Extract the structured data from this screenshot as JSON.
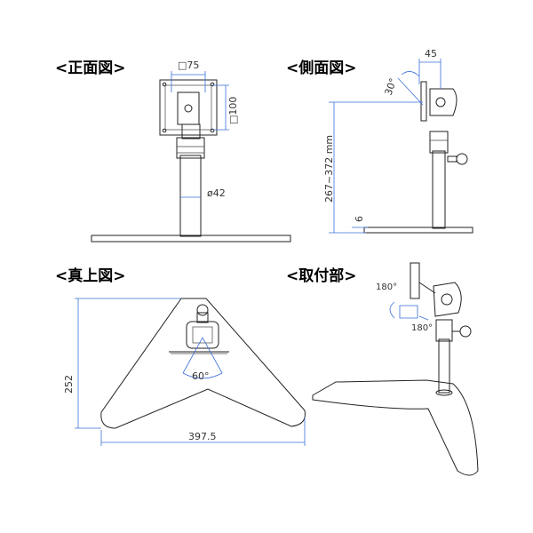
{
  "views": {
    "front": {
      "title": "<正面図>",
      "dim_width": "□75",
      "dim_height": "□100",
      "dim_diameter": "ø42"
    },
    "side": {
      "title": "<側面図>",
      "dim_offset": "45",
      "dim_tilt": "30°",
      "dim_height_range": "267~372 mm",
      "dim_base": "6"
    },
    "top": {
      "title": "<真上図>",
      "dim_depth": "252",
      "dim_width": "397.5",
      "dim_swivel": "60°"
    },
    "mount": {
      "title": "<取付部>",
      "dim_rotate_a": "180°",
      "dim_rotate_b": "180°"
    }
  }
}
